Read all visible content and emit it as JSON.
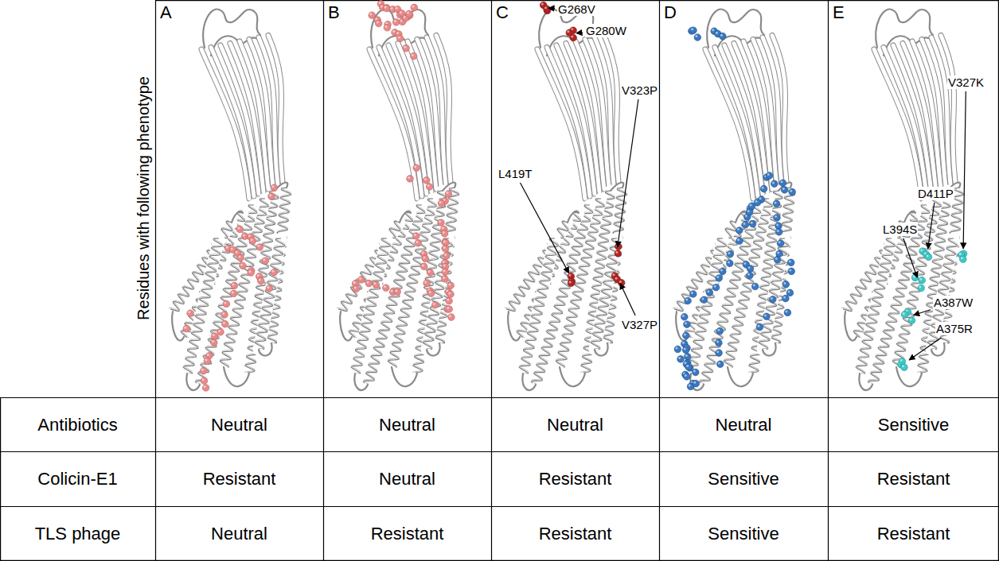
{
  "diagram": {
    "nodes": [
      {
        "text": [
          "A"
        ]
      },
      {
        "text": [
          "B"
        ]
      },
      {
        "text": [
          "C",
          "G268V",
          "G280W",
          "V323P",
          "V327P",
          "L419T"
        ]
      },
      {
        "text": [
          "D"
        ]
      },
      {
        "text": [
          "E",
          "V327K",
          "D411P",
          "L394S",
          "A387W",
          "A375R"
        ]
      }
    ],
    "labels": [
      "Residues with following phenotype",
      "Antibiotics",
      "Neutral",
      "Neutral",
      "Neutral",
      "Neutral",
      "Sensitive",
      "Colicin-E1",
      "Resistant",
      "Neutral",
      "Resistant",
      "Sensitive",
      "Resistant",
      "TLS phage",
      "Neutral",
      "Resistant",
      "Resistant",
      "Sensitive",
      "Resistant"
    ]
  }
}
